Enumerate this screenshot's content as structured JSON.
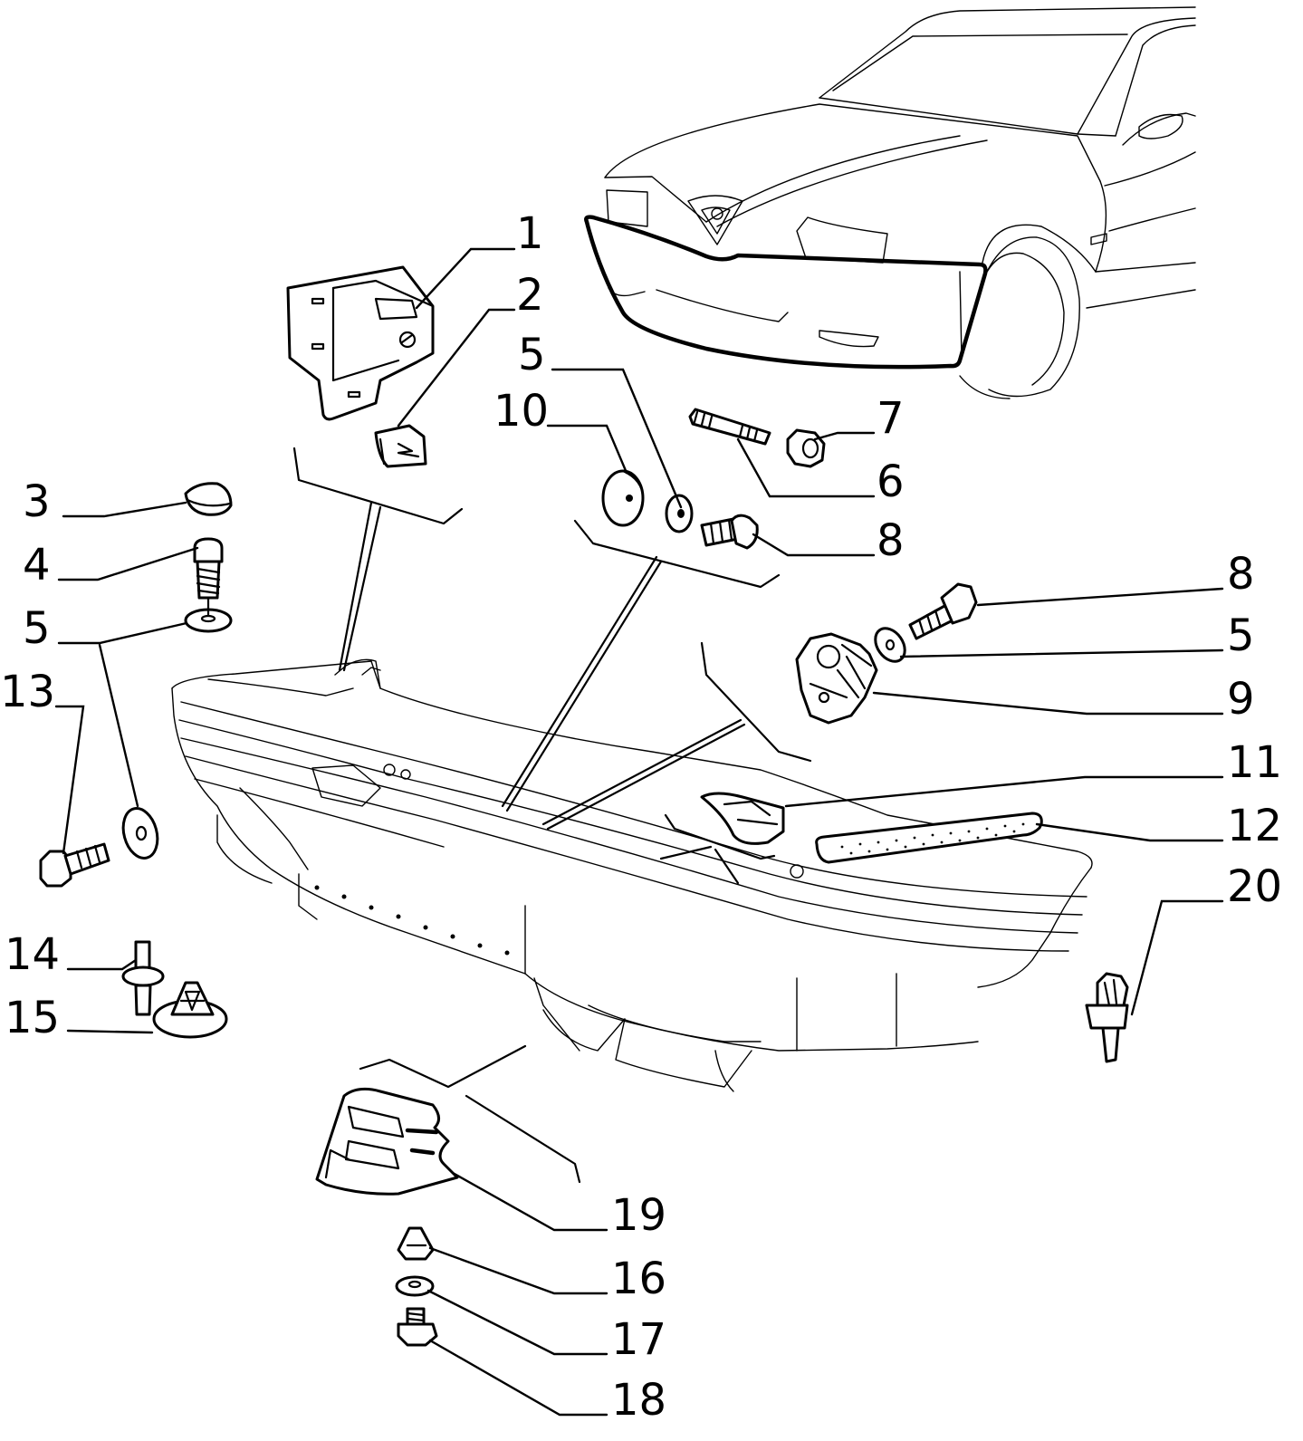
{
  "callouts": [
    {
      "id": "1",
      "text": "1"
    },
    {
      "id": "2",
      "text": "2"
    },
    {
      "id": "5a",
      "text": "5"
    },
    {
      "id": "10",
      "text": "10"
    },
    {
      "id": "7",
      "text": "7"
    },
    {
      "id": "6",
      "text": "6"
    },
    {
      "id": "8a",
      "text": "8"
    },
    {
      "id": "3",
      "text": "3"
    },
    {
      "id": "4",
      "text": "4"
    },
    {
      "id": "5b",
      "text": "5"
    },
    {
      "id": "13",
      "text": "13"
    },
    {
      "id": "8b",
      "text": "8"
    },
    {
      "id": "5c",
      "text": "5"
    },
    {
      "id": "9",
      "text": "9"
    },
    {
      "id": "11",
      "text": "11"
    },
    {
      "id": "12",
      "text": "12"
    },
    {
      "id": "20",
      "text": "20"
    },
    {
      "id": "14",
      "text": "14"
    },
    {
      "id": "15",
      "text": "15"
    },
    {
      "id": "19",
      "text": "19"
    },
    {
      "id": "16",
      "text": "16"
    },
    {
      "id": "17",
      "text": "17"
    },
    {
      "id": "18",
      "text": "18"
    }
  ]
}
